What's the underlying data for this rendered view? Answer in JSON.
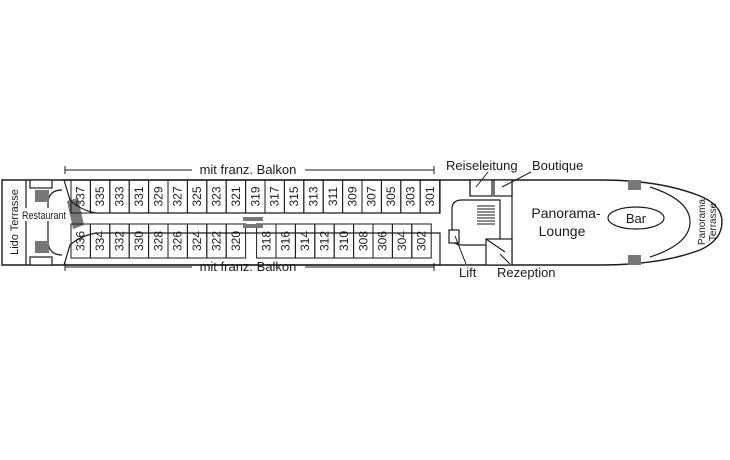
{
  "labels": {
    "balcony_top": "mit franz. Balkon",
    "balcony_bottom": "mit franz. Balkon",
    "reiseleitung": "Reiseleitung",
    "boutique": "Boutique",
    "panorama_line1": "Panorama-",
    "panorama_line2": "Lounge",
    "bar": "Bar",
    "panorama_terrasse_line1": "Panorama",
    "panorama_terrasse_line2": "Terrasse",
    "lift": "Lift",
    "rezeption": "Rezeption",
    "lido_terrasse": "Lido Terrasse",
    "restaurant": "Restaurant"
  },
  "cabins": {
    "top_row": [
      "337",
      "335",
      "333",
      "331",
      "329",
      "327",
      "325",
      "323",
      "321",
      "319",
      "317",
      "315",
      "313",
      "311",
      "309",
      "307",
      "305",
      "303",
      "301"
    ],
    "bottom_row": [
      "336",
      "334",
      "332",
      "330",
      "328",
      "326",
      "324",
      "322",
      "320",
      "318",
      "316",
      "314",
      "312",
      "310",
      "308",
      "306",
      "304",
      "302"
    ]
  },
  "colors": {
    "line": "#1a1a1a",
    "stair_fill": "#7a7a7a",
    "background": "#ffffff"
  }
}
